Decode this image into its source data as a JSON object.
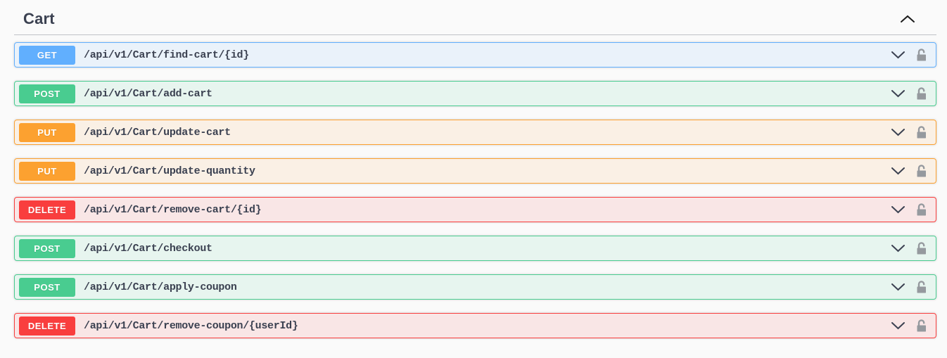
{
  "section": {
    "title": "Cart",
    "collapse_icon": "chevron-up",
    "expanded": true
  },
  "colors": {
    "get": "#61affe",
    "post": "#49cc90",
    "put": "#fca130",
    "delete": "#f93e3e",
    "text": "#3b4151",
    "lock_gray": "#95999e",
    "page_bg": "#fafafa"
  },
  "icons": {
    "row_expand": "chevron-down-icon",
    "auth": "unlock-icon"
  },
  "endpoints": [
    {
      "method": "GET",
      "type": "get",
      "path": "/api/v1/Cart/find-cart/{id}"
    },
    {
      "method": "POST",
      "type": "post",
      "path": "/api/v1/Cart/add-cart"
    },
    {
      "method": "PUT",
      "type": "put",
      "path": "/api/v1/Cart/update-cart"
    },
    {
      "method": "PUT",
      "type": "put",
      "path": "/api/v1/Cart/update-quantity"
    },
    {
      "method": "DELETE",
      "type": "delete",
      "path": "/api/v1/Cart/remove-cart/{id}"
    },
    {
      "method": "POST",
      "type": "post",
      "path": "/api/v1/Cart/checkout"
    },
    {
      "method": "POST",
      "type": "post",
      "path": "/api/v1/Cart/apply-coupon"
    },
    {
      "method": "DELETE",
      "type": "delete",
      "path": "/api/v1/Cart/remove-coupon/{userId}"
    }
  ]
}
